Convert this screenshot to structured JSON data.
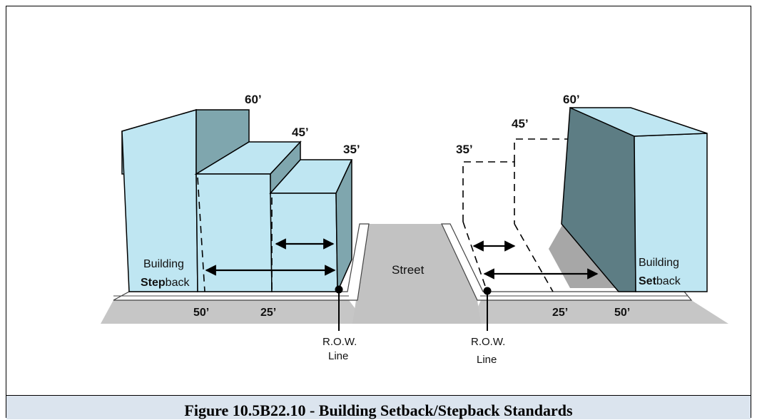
{
  "figure": {
    "caption": "Figure 10.5B22.10 - Building Setback/Stepback Standards"
  },
  "diagram": {
    "left_building": {
      "height_labels": [
        "60’",
        "45’",
        "35’"
      ],
      "label_line1": "Building",
      "label_line2_bold": "Step",
      "label_line2_rest": "back",
      "distance_labels": [
        "50’",
        "25’"
      ],
      "row_line_1": "R.O.W.",
      "row_line_2": "Line"
    },
    "street_label": "Street",
    "right_building": {
      "height_labels": [
        "60’",
        "45’",
        "35’"
      ],
      "label_line1": "Building",
      "label_line2_bold": "Set",
      "label_line2_rest": "back",
      "distance_labels": [
        "25’",
        "50’"
      ],
      "row_line_1": "R.O.W.",
      "row_line_2": "Line"
    },
    "colors": {
      "building_face": "#bfe6f2",
      "building_side": "#7fa6ae",
      "building_dark": "#5d7d84",
      "ground": "#c6c6c6",
      "street": "#c2c2c2",
      "caption_bg": "#dbe4ee"
    }
  }
}
